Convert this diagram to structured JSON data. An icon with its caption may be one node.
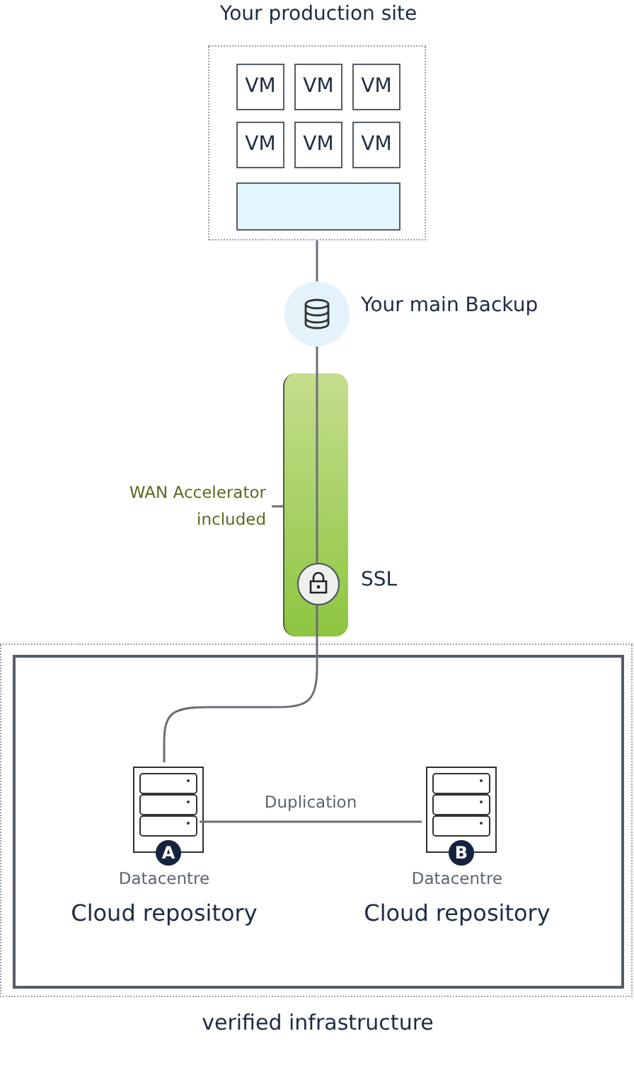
{
  "diagram": {
    "nodes": [
      {
        "text": [
          "Your production site"
        ]
      },
      {
        "text": [
          "VM"
        ],
        "in": 0
      },
      {
        "text": [
          "VM"
        ],
        "in": 0
      },
      {
        "text": [
          "VM"
        ],
        "in": 0
      },
      {
        "text": [
          "VM"
        ],
        "in": 0
      },
      {
        "text": [
          "VM"
        ],
        "in": 0
      },
      {
        "text": [
          "VM"
        ],
        "in": 0
      },
      {
        "text": [],
        "shape": "bar",
        "in": 0
      },
      {
        "text": [],
        "shape": "circle",
        "beside": [
          "Your main Backup"
        ]
      },
      {
        "text": [
          "WAN Accelerator included"
        ]
      },
      {
        "text": [],
        "shape": "bar"
      },
      {
        "text": [],
        "shape": "circle",
        "in": 10,
        "beside": [
          "SSL"
        ]
      },
      {
        "text": [
          "verified infrastructure"
        ]
      },
      {
        "text": [],
        "shape": "box",
        "in": 12
      },
      {
        "text": [
          "A"
        ],
        "in": 13,
        "beside": [
          "Datacentre",
          "Cloud repository"
        ]
      },
      {
        "text": [
          "B"
        ],
        "in": 13,
        "beside": [
          "Datacentre",
          "Cloud repository"
        ]
      }
    ],
    "edges": [
      {
        "from": 0,
        "to": 8,
        "arrow": "none"
      },
      {
        "from": 8,
        "to": 11,
        "arrow": "none"
      },
      {
        "from": 11,
        "to": 14,
        "arrow": "none"
      },
      {
        "from": 9,
        "to": 10,
        "arrow": "none"
      },
      {
        "from": 14,
        "to": 15,
        "arrow": "none",
        "label": "Duplication"
      }
    ]
  }
}
